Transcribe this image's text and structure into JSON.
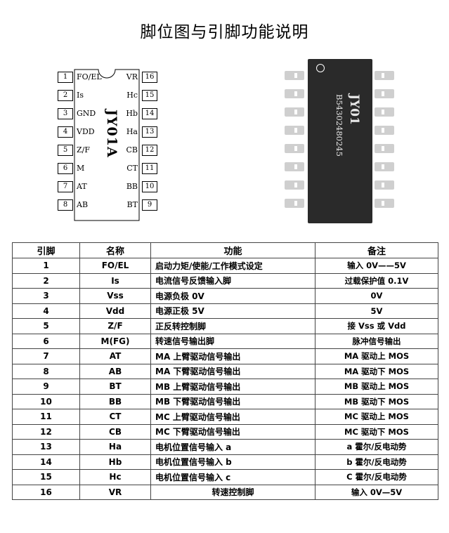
{
  "title": "脚位图与引脚功能说明",
  "dip": {
    "chip_name": "JY01A",
    "left_pins": [
      {
        "num": "1",
        "label": "FO/EL"
      },
      {
        "num": "2",
        "label": "Is"
      },
      {
        "num": "3",
        "label": "GND"
      },
      {
        "num": "4",
        "label": "VDD"
      },
      {
        "num": "5",
        "label": "Z/F"
      },
      {
        "num": "6",
        "label": "M"
      },
      {
        "num": "7",
        "label": "AT"
      },
      {
        "num": "8",
        "label": "AB"
      }
    ],
    "right_pins": [
      {
        "num": "16",
        "label": "VR"
      },
      {
        "num": "15",
        "label": "Hc"
      },
      {
        "num": "14",
        "label": "Hb"
      },
      {
        "num": "13",
        "label": "Ha"
      },
      {
        "num": "12",
        "label": "CB"
      },
      {
        "num": "11",
        "label": "CT"
      },
      {
        "num": "10",
        "label": "BB"
      },
      {
        "num": "9",
        "label": "BT"
      }
    ]
  },
  "sop": {
    "marking_main": "JY01",
    "marking_code": "B54302480245"
  },
  "table": {
    "headers": [
      "引脚",
      "名称",
      "功能",
      "备注"
    ],
    "rows": [
      {
        "pin": "1",
        "name": "FO/EL",
        "func": "启动力矩/使能/工作模式设定",
        "note": "输入 0V——5V"
      },
      {
        "pin": "2",
        "name": "Is",
        "func": "电流信号反馈输入脚",
        "note": "过载保护值 0.1V"
      },
      {
        "pin": "3",
        "name": "Vss",
        "func": "电源负极  0V",
        "note": "0V"
      },
      {
        "pin": "4",
        "name": "Vdd",
        "func": "电源正极   5V",
        "note": "5V"
      },
      {
        "pin": "5",
        "name": "Z/F",
        "func": "正反转控制脚",
        "note": "接 Vss 或 Vdd"
      },
      {
        "pin": "6",
        "name": "M(FG)",
        "func": "转速信号输出脚",
        "note": "脉冲信号输出"
      },
      {
        "pin": "7",
        "name": "AT",
        "func": "MA 上臂驱动信号输出",
        "note": "MA 驱动上 MOS"
      },
      {
        "pin": "8",
        "name": "AB",
        "func": "MA 下臂驱动信号输出",
        "note": "MA 驱动下 MOS"
      },
      {
        "pin": "9",
        "name": "BT",
        "func": "MB 上臂驱动信号输出",
        "note": "MB 驱动上 MOS"
      },
      {
        "pin": "10",
        "name": "BB",
        "func": "MB 下臂驱动信号输出",
        "note": "MB 驱动下 MOS"
      },
      {
        "pin": "11",
        "name": "CT",
        "func": "MC 上臂驱动信号输出",
        "note": "MC 驱动上 MOS"
      },
      {
        "pin": "12",
        "name": "CB",
        "func": "MC 下臂驱动信号输出",
        "note": "MC 驱动下 MOS"
      },
      {
        "pin": "13",
        "name": "Ha",
        "func": "电机位置信号输入 a",
        "note": "a 霍尔/反电动势"
      },
      {
        "pin": "14",
        "name": "Hb",
        "func": "电机位置信号输入 b",
        "note": "b 霍尔/反电动势"
      },
      {
        "pin": "15",
        "name": "Hc",
        "func": "电机位置信号输入 c",
        "note": "C 霍尔/反电动势"
      },
      {
        "pin": "16",
        "name": "VR",
        "func": "转速控制脚",
        "note": "输入 0V—5V"
      }
    ]
  }
}
